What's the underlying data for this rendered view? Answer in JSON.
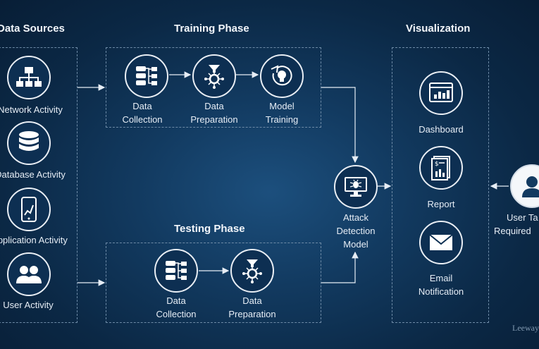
{
  "sections": {
    "data_sources": "Data Sources",
    "training": "Training Phase",
    "testing": "Testing Phase",
    "visualization": "Visualization"
  },
  "sources": [
    {
      "label": "Network Activity",
      "icon": "network-icon"
    },
    {
      "label": "Database Activity",
      "icon": "database-icon"
    },
    {
      "label": "Application Activity",
      "icon": "mobile-chart-icon"
    },
    {
      "label": "User Activity",
      "icon": "users-icon"
    }
  ],
  "training_steps": [
    {
      "line1": "Data",
      "line2": "Collection",
      "icon": "data-collection-icon"
    },
    {
      "line1": "Data",
      "line2": "Preparation",
      "icon": "data-preparation-icon"
    },
    {
      "line1": "Model",
      "line2": "Training",
      "icon": "model-training-icon"
    }
  ],
  "testing_steps": [
    {
      "line1": "Data",
      "line2": "Collection",
      "icon": "data-collection-icon"
    },
    {
      "line1": "Data",
      "line2": "Preparation",
      "icon": "data-preparation-icon"
    }
  ],
  "model": {
    "line1": "Attack",
    "line2": "Detection",
    "line3": "Model",
    "icon": "monitor-bug-icon"
  },
  "outputs": [
    {
      "label": "Dashboard",
      "icon": "dashboard-icon"
    },
    {
      "label": "Report",
      "icon": "report-icon"
    },
    {
      "label": "Email",
      "label2": "Notification",
      "icon": "mail-icon"
    }
  ],
  "user": {
    "line1": "User Ta",
    "line2": "Required",
    "icon": "user-icon"
  },
  "watermark": "Leeway",
  "colors": {
    "background": "#0b2845",
    "accent": "#e9eef4",
    "dash": "#6d8aa6"
  }
}
